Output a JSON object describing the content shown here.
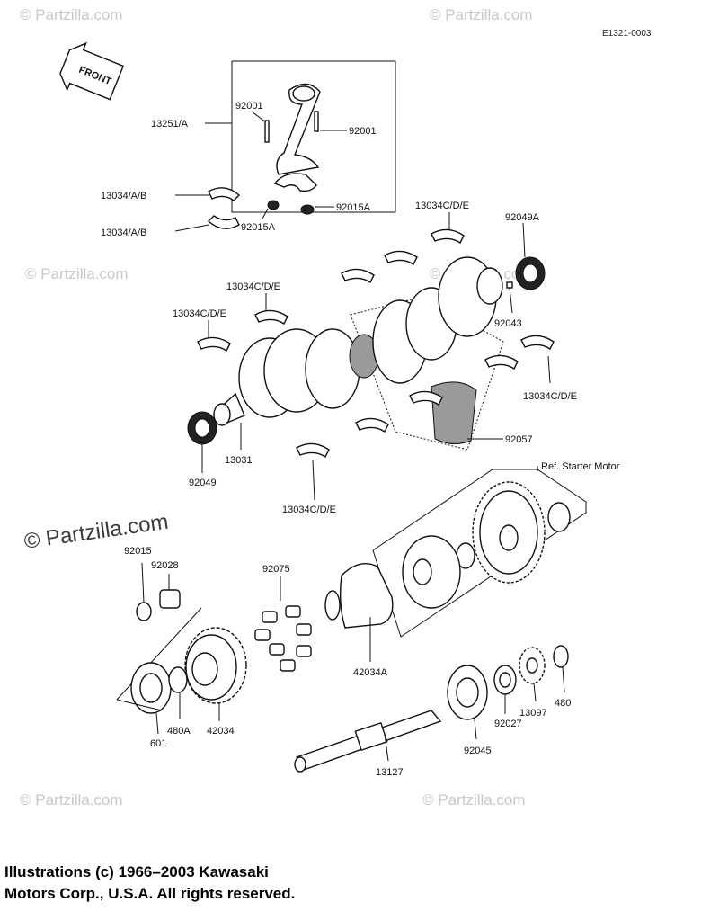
{
  "figure_code": "E1321-0003",
  "front_label": "FRONT",
  "watermark": {
    "small": "© Partzilla.com",
    "large": "© Partzilla.com"
  },
  "parts": {
    "p13251A": "13251/A",
    "p92001_left": "92001",
    "p92001_right": "92001",
    "p13034AB_upper": "13034/A/B",
    "p13034AB_lower": "13034/A/B",
    "p92015A_left": "92015A",
    "p92015A_right": "92015A",
    "p13034CDE_top": "13034C/D/E",
    "p92049A": "92049A",
    "p13034CDE_mid": "13034C/D/E",
    "p13034CDE_left": "13034C/D/E",
    "p92043": "92043",
    "p13034CDE_right": "13034C/D/E",
    "p92049": "92049",
    "p13031": "13031",
    "p92057": "92057",
    "p13034CDE_bottom": "13034C/D/E",
    "ref_starter": "Ref. Starter Motor",
    "p92015": "92015",
    "p92028": "92028",
    "p92075": "92075",
    "p42034A": "42034A",
    "p601": "601",
    "p480A": "480A",
    "p42034": "42034",
    "p92027": "92027",
    "p13097": "13097",
    "p480": "480",
    "p92045": "92045",
    "p13127": "13127"
  },
  "copyright": {
    "line1": "Illustrations (c) 1966–2003 Kawasaki",
    "line2": "Motors Corp., U.S.A.  All rights reserved."
  }
}
